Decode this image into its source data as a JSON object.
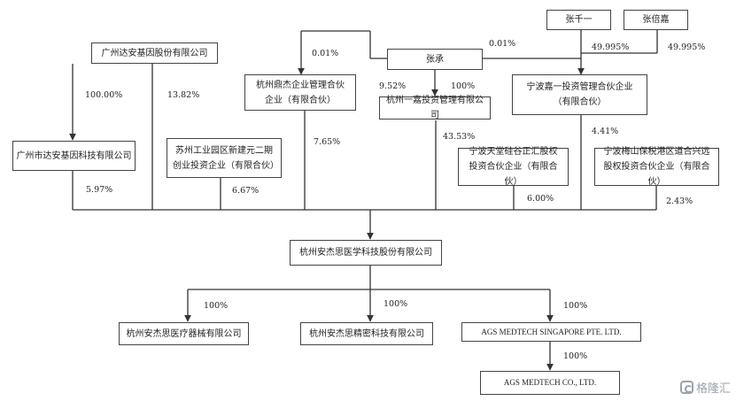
{
  "entities": {
    "zhang_qianyi": "张千一",
    "zhang_beijia": "张倍嘉",
    "da_an_group": "广州达安基因股份有限公司",
    "zhang_cheng": "张承",
    "dingjie": "杭州鼎杰企业管理合伙企业（有限合伙）",
    "yijia": "杭州一嘉投资管理有限公司",
    "ningbo_jiayi": "宁波嘉一投资管理合伙企业（有限合伙）",
    "da_an_tech": "广州市达安基因科技有限公司",
    "suzhou": "苏州工业园区新建元二期创业投资企业（有限合伙）",
    "ningbo_tiantang": "宁波天堂硅谷正汇股权投资合伙企业（有限合伙）",
    "ningbo_meishan": "宁波梅山保税港区道合兴远股权投资合伙企业（有限合伙）",
    "ags_main": "杭州安杰思医学科技股份有限公司",
    "sub_devices": "杭州安杰思医疗器械有限公司",
    "sub_precision": "杭州安杰思精密科技有限公司",
    "sub_sg": "AGS MEDTECH SINGAPORE PTE. LTD.",
    "sub_ags_co": "AGS MEDTECH CO., LTD."
  },
  "percentages": {
    "zq_jiayi": "49.995%",
    "zb_jiayi": "49.995%",
    "zc_jiayi": "0.01%",
    "zc_dingjie": "0.01%",
    "zc_dingjie_self": "9.52%",
    "zc_yijia": "100%",
    "daan_tech": "100.00%",
    "daan_main": "13.82%",
    "dingjie_main": "7.65%",
    "yijia_main": "43.53%",
    "jiayi_main": "4.41%",
    "tech_main": "5.97%",
    "suzhou_main": "6.67%",
    "tiantang_main": "6.00%",
    "meishan_main": "2.43%",
    "sub_devices": "100%",
    "sub_precision": "100%",
    "sub_sg": "100%",
    "sub_ags_co": "100%"
  },
  "watermark": "格隆汇",
  "colors": {
    "line": "#333333",
    "box_border": "#444444",
    "watermark": "#9aa2ab"
  }
}
